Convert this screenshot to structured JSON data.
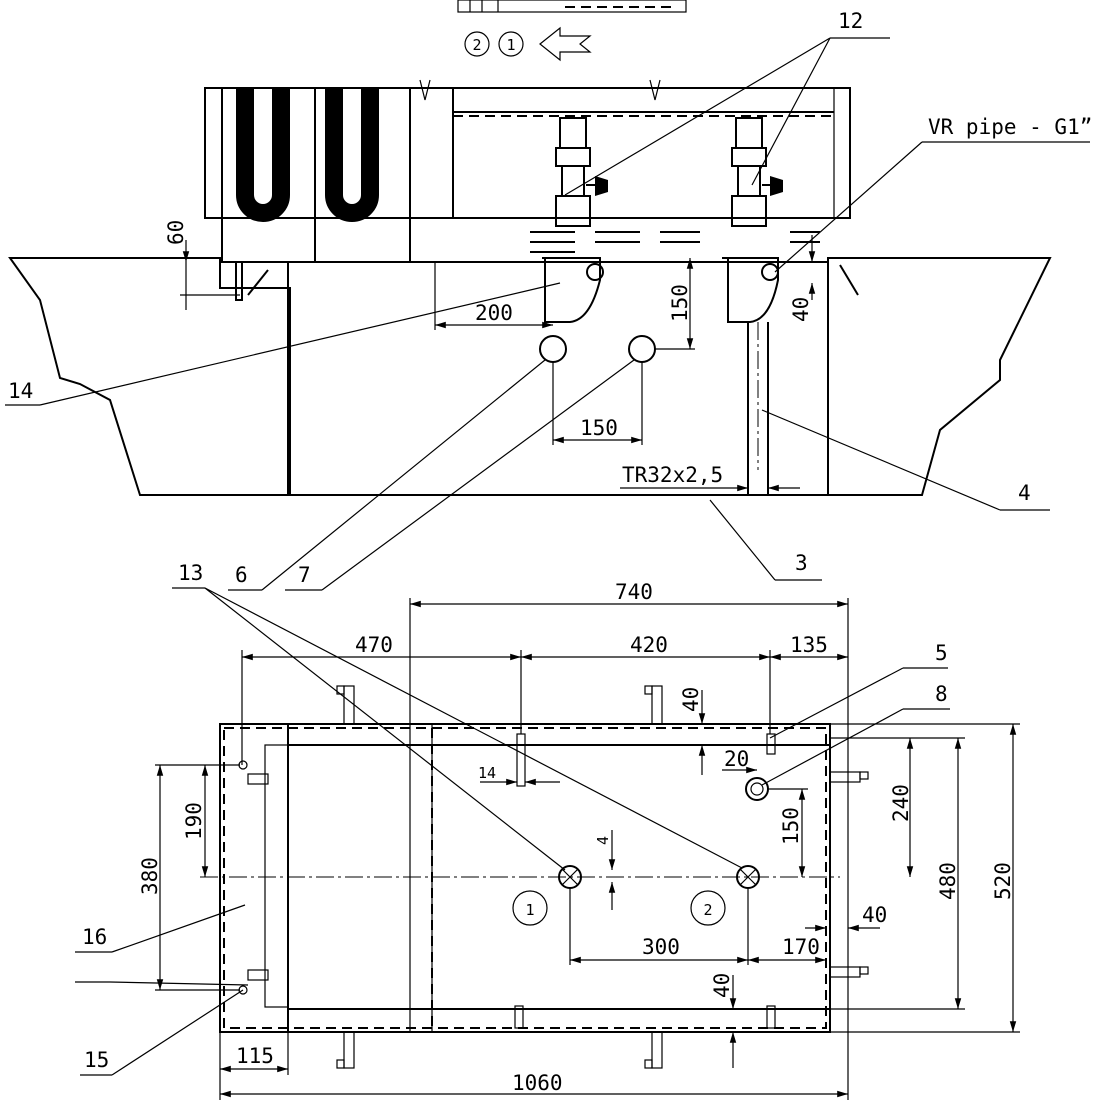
{
  "callouts": {
    "c12": "12",
    "vr_pipe": "VR pipe - G1”",
    "c14": "14",
    "c4": "4",
    "c3": "3",
    "c6": "6",
    "c7": "7",
    "c13": "13",
    "c5": "5",
    "c8": "8",
    "c16": "16",
    "c15": "15",
    "circle1": "1",
    "circle2": "2"
  },
  "dims_top": {
    "d60": "60",
    "d200": "200",
    "d150a": "150",
    "d40": "40",
    "d150b": "150",
    "tr": "TR32x2,5"
  },
  "dims_plan": {
    "d740": "740",
    "d470": "470",
    "d420": "420",
    "d135": "135",
    "d40a": "40",
    "d14": "14",
    "d20": "20",
    "d240": "240",
    "d150": "150",
    "d190": "190",
    "d380": "380",
    "d480": "480",
    "d520": "520",
    "d4": "4",
    "d300": "300",
    "d170": "170",
    "d40b": "40",
    "d40c": "40",
    "d115": "115",
    "d1060": "1060"
  }
}
